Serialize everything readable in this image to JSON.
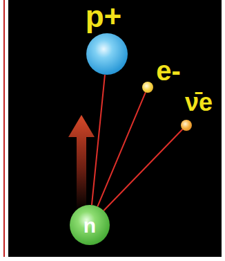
{
  "diagram": {
    "nodes": [
      {
        "text": [
          "p+"
        ]
      },
      {
        "text": [
          "e-"
        ]
      },
      {
        "text": [
          "ν̄e"
        ]
      },
      {
        "text": [
          "n"
        ]
      }
    ],
    "edges": [
      {
        "from": 3,
        "to": 0,
        "arrow": "none"
      },
      {
        "from": 3,
        "to": 1,
        "arrow": "none"
      },
      {
        "from": 3,
        "to": 2,
        "arrow": "none"
      }
    ]
  }
}
